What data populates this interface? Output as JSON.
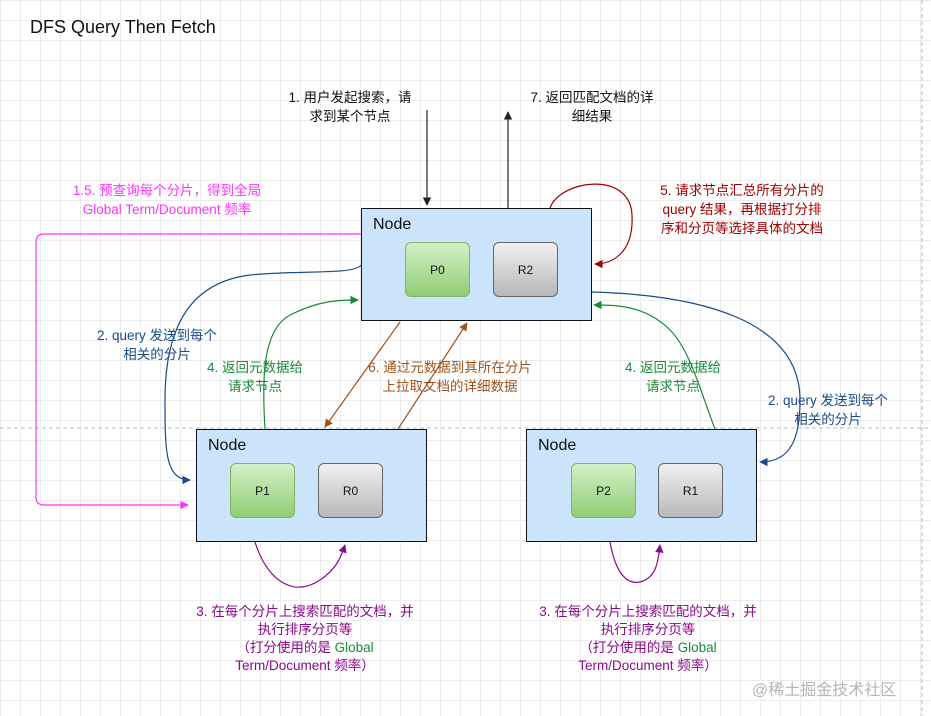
{
  "title": "DFS Query Then Fetch",
  "nodes": {
    "top": {
      "label": "Node",
      "shards": [
        "P0",
        "R2"
      ]
    },
    "bottom_left": {
      "label": "Node",
      "shards": [
        "P1",
        "R0"
      ]
    },
    "bottom_right": {
      "label": "Node",
      "shards": [
        "P2",
        "R1"
      ]
    }
  },
  "annotations": {
    "step1": [
      "1. 用户发起搜索，请",
      "求到某个节点"
    ],
    "step7": [
      "7. 返回匹配文档的详",
      "细结果"
    ],
    "step1_5": [
      "1.5.  预查询每个分片，得到全局",
      "Global Term/Document 频率"
    ],
    "step5": [
      "5. 请求节点汇总所有分片的",
      "query 结果，再根据打分排",
      "序和分页等选择具体的文档"
    ],
    "step2_left": [
      "2. query 发送到每个",
      "相关的分片"
    ],
    "step2_right": [
      "2. query 发送到每个",
      "相关的分片"
    ],
    "step4_left": [
      "4. 返回元数据给",
      "请求节点"
    ],
    "step4_right": [
      "4. 返回元数据给",
      "请求节点"
    ],
    "step6": [
      "6. 通过元数据到其所在分片",
      "上拉取文档的详细数据"
    ],
    "step3": {
      "line1": "3. 在每个分片上搜索匹配的文档，并",
      "line2": "执行排序分页等",
      "line3a": "（打分使用的是 ",
      "line3b": "Global",
      "line4": "Term/Document 频率）"
    }
  },
  "watermark": "@稀土掘金技术社区",
  "colors": {
    "magenta": "#ff33ff",
    "blue": "#1a4a8a",
    "green": "#1a8a3a",
    "brown": "#a0521a",
    "darkred": "#a00000",
    "purple": "#8a0a8a",
    "node_fill": "#cce4fb"
  }
}
